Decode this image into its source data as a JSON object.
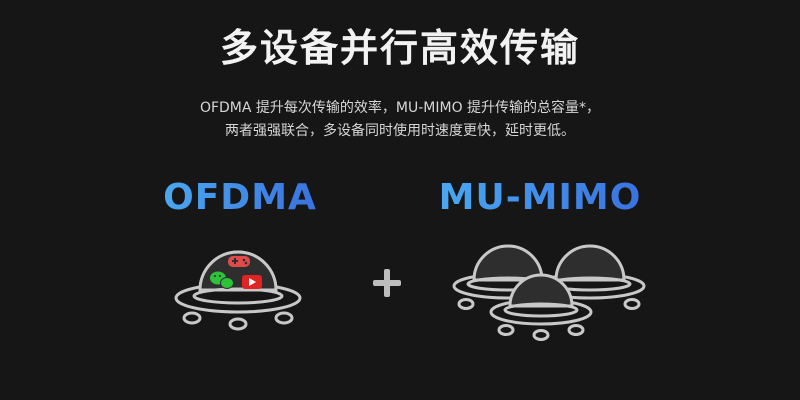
{
  "header": {
    "title": "多设备并行高效传输",
    "subtitle_line1": "OFDMA 提升每次传输的效率，MU-MIMO 提升传输的总容量*，",
    "subtitle_line2": "两者强强联合，多设备同时使用时速度更快，延时更低。"
  },
  "left": {
    "label": "OFDMA"
  },
  "right": {
    "label": "MU-MIMO"
  },
  "icons": {
    "ufo": "ufo-icon",
    "plus": "plus-icon",
    "gamepad": "gamepad-icon",
    "wechat": "wechat-icon",
    "youtube": "youtube-icon"
  },
  "colors": {
    "background": "#161616",
    "title": "#f2f2f2",
    "subtitle": "#d6d6d6",
    "label_gradient_start": "#4aa8f0",
    "label_gradient_end": "#3a72e0",
    "ufo_stroke": "#c8c8c8",
    "dome_fill": "#2e2e2e",
    "gamepad": "#e04a4a",
    "wechat": "#2ec23a",
    "youtube": "#e02424"
  }
}
